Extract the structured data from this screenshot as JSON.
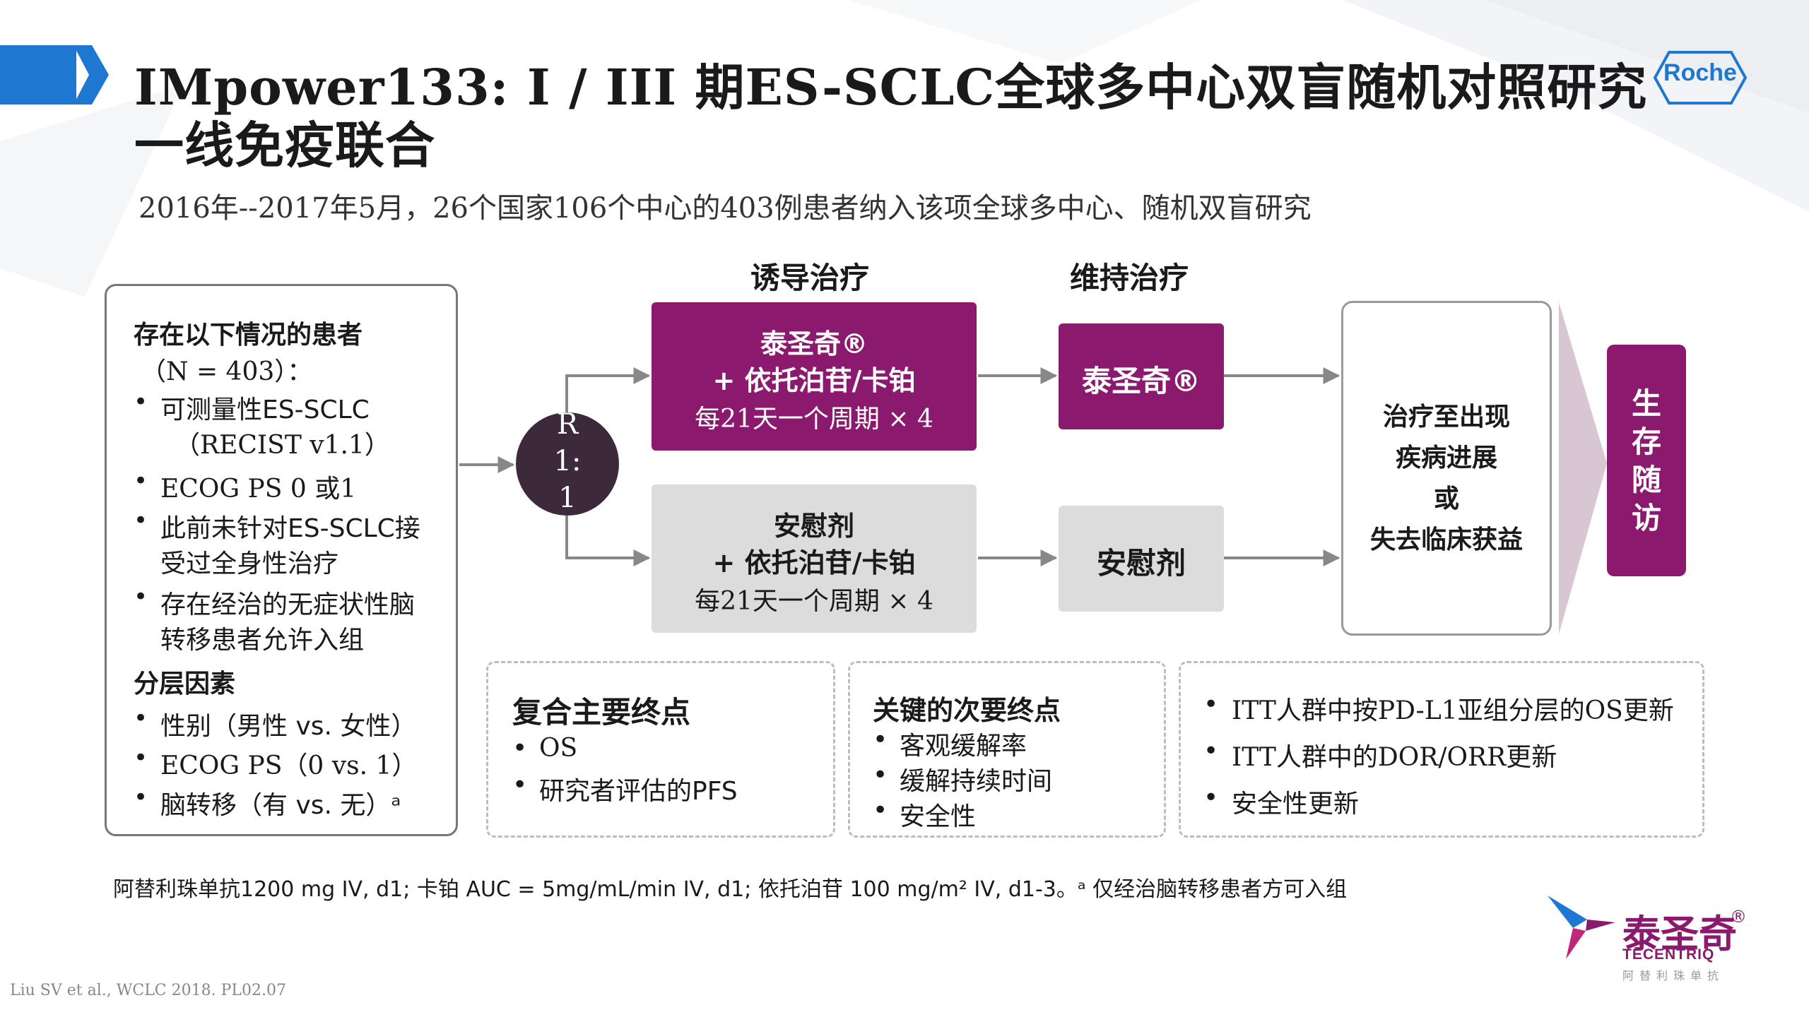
{
  "title": {
    "line1": "IMpower133: I / III 期ES-SCLC全球多中心双盲随机对照研究",
    "line2": "一线免疫联合",
    "subtitle": "2016年--2017年5月，26个国家106个中心的403例患者纳入该项全球多中心、随机双盲研究"
  },
  "logo": {
    "roche": "Roche"
  },
  "stages": {
    "induction": "诱导治疗",
    "maintenance": "维持治疗"
  },
  "eligibility": {
    "heading": "存在以下情况的患者",
    "n": "（N = 403）：",
    "bullets": [
      {
        "line1": "可测量性ES-SCLC",
        "line2": "（RECIST v1.1）"
      },
      {
        "line1": "ECOG PS 0 或1",
        "line2": ""
      },
      {
        "line1": "此前未针对ES-SCLC接",
        "line2": "受过全身性治疗"
      },
      {
        "line1": "存在经治的无症状性脑",
        "line2": "转移患者允许入组"
      }
    ],
    "strat_heading": "分层因素",
    "strat": [
      "性别（男性 vs. 女性）",
      "ECOG PS（0 vs. 1）",
      "脑转移（有 vs. 无）ᵃ"
    ]
  },
  "randomization": {
    "r": "R",
    "ratio1": "1:",
    "ratio2": "1"
  },
  "arms": {
    "top": {
      "drug": "泰圣奇®",
      "combo": "+ 依托泊苷/卡铂",
      "cycle": "每21天一个周期 × 4",
      "maint": "泰圣奇®"
    },
    "bottom": {
      "drug": "安慰剂",
      "combo": "+ 依托泊苷/卡铂",
      "cycle": "每21天一个周期 × 4",
      "maint": "安慰剂"
    }
  },
  "outcome": {
    "line1": "治疗至出现",
    "line2": "疾病进展",
    "line3": "或",
    "line4": "失去临床获益"
  },
  "survival": {
    "c1": "生",
    "c2": "存",
    "c3": "随",
    "c4": "访"
  },
  "endpoints": {
    "primary": {
      "heading": "复合主要终点",
      "items": [
        "OS",
        "研究者评估的PFS"
      ]
    },
    "secondary": {
      "heading": "关键的次要终点",
      "items": [
        "客观缓解率",
        "缓解持续时间",
        "安全性"
      ]
    },
    "updates": {
      "items": [
        "ITT人群中按PD-L1亚组分层的OS更新",
        "ITT人群中的DOR/ORR更新",
        "安全性更新"
      ]
    }
  },
  "footnote": "阿替利珠单抗1200 mg IV, d1; 卡铂 AUC = 5mg/mL/min IV, d1; 依托泊苷 100 mg/m² IV, d1-3。ᵃ 仅经治脑转移患者方可入组",
  "citation": "Liu SV et al., WCLC 2018. PL02.07",
  "brand": {
    "cn": "泰圣奇",
    "en": "TECENTRIQ",
    "sub": "阿替利珠单抗",
    "reg": "®"
  },
  "colors": {
    "accent_blue": "#1e78d2",
    "purple": "#8b1a6e",
    "grey_box": "#dcdcdc",
    "circle": "#3c2a3c"
  }
}
